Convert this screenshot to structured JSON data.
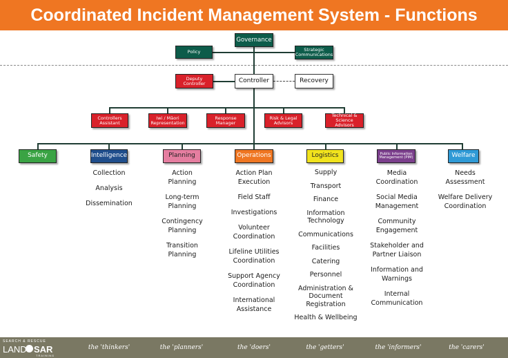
{
  "title": "Coordinated Incident Management System - Functions",
  "governance": {
    "governance": "Governance",
    "policy": "Policy",
    "strategic": "Strategic Communications"
  },
  "control": {
    "deputy": "Deputy Controller",
    "controller": "Controller",
    "recovery": "Recovery"
  },
  "advisors": {
    "assistant": "Controllers Assistant",
    "iwi": "Iwi / Māori Representation",
    "response": "Response Manager",
    "risk": "Risk & Legal Advisors",
    "technical": "Technical & Science Advisors"
  },
  "functions": {
    "safety": "Safety",
    "intelligence": "Intelligence",
    "planning": "Planning",
    "operations": "Operations",
    "logistics": "Logistics",
    "pim": "Public Information Management (PIM)",
    "welfare": "Welfare"
  },
  "colors": {
    "header": "#ef7622",
    "safety": "#3aa344",
    "intelligence": "#1f4e8c",
    "planning": "#e57ea0",
    "operations": "#ef7622",
    "logistics": "#f1e31d",
    "pim": "#7b3f8c",
    "welfare": "#2f9ad6",
    "governance": "#0d5c4a",
    "advisor": "#d9212a"
  },
  "tasks": {
    "intelligence": [
      "Collection",
      "Analysis",
      "Dissemination"
    ],
    "planning": [
      "Action Planning",
      "Long-term Planning",
      "Contingency Planning",
      "Transition Planning"
    ],
    "operations": [
      "Action Plan Execution",
      "Field Staff",
      "Investigations",
      "Volunteer Coordination",
      "Lifeline Utilities Coordination",
      "Support Agency Coordination",
      "International Assistance"
    ],
    "logistics": [
      "Supply",
      "Transport",
      "Finance",
      "Information Technology",
      "Communications",
      "Facilities",
      "Catering",
      "Personnel",
      "Administration & Document Registration",
      "Health & Wellbeing"
    ],
    "pim": [
      "Media Coordination",
      "Social Media Management",
      "Community Engagement",
      "Stakeholder and Partner Liaison",
      "Information and Warnings",
      "Internal Communication"
    ],
    "welfare": [
      "Needs Assessment",
      "Welfare Delivery Coordination"
    ]
  },
  "footer": {
    "logo_top": "SEARCH & RESCUE",
    "logo_land": "LAND",
    "logo_sar": "SAR",
    "logo_bottom": "TRAINING",
    "thinkers": "the 'thinkers'",
    "planners": "the 'planners'",
    "doers": "the 'doers'",
    "getters": "the 'getters'",
    "informers": "the 'informers'",
    "carers": "the 'carers'"
  }
}
